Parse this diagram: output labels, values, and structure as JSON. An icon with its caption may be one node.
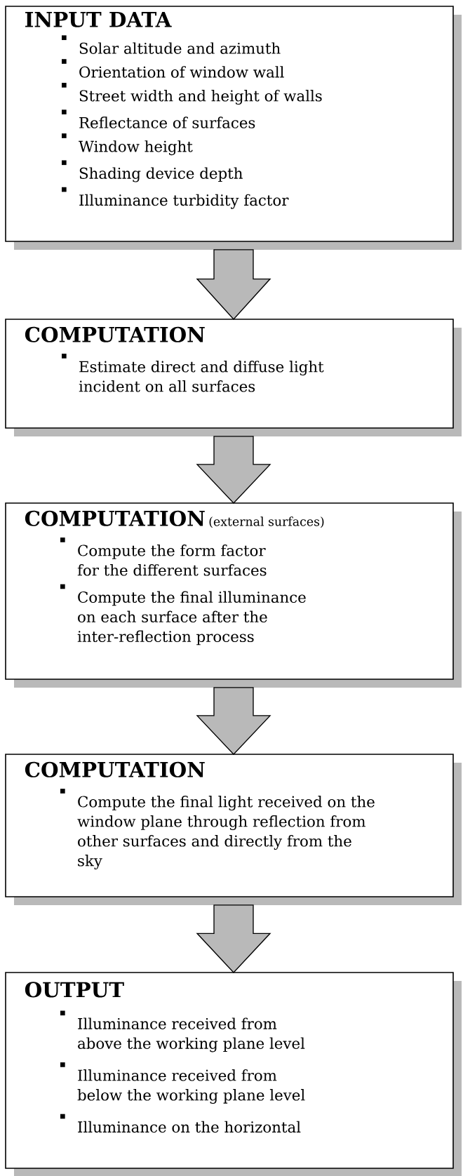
{
  "diagram": {
    "nodes": [
      {
        "text": [
          "INPUT DATA",
          "Solar altitude and azimuth",
          "Orientation of window wall",
          "Street width and height of walls",
          "Reflectance of surfaces",
          "Window height",
          "Shading device depth",
          "Illuminance turbidity factor"
        ]
      },
      {
        "text": [
          "COMPUTATION",
          "Estimate direct and diffuse light incident on all surfaces"
        ]
      },
      {
        "text": [
          "COMPUTATION",
          "(external surfaces)",
          "Compute the form factor for the different surfaces",
          "Compute the final illuminance on each surface after the inter-reflection process"
        ]
      },
      {
        "text": [
          "COMPUTATION",
          "Compute the final light received on the window plane through reflection from other surfaces and directly from the sky"
        ]
      },
      {
        "text": [
          "OUTPUT",
          "Illuminance received from above the working plane level",
          "Illuminance received from below the working plane level",
          "Illuminance on the horizontal"
        ]
      }
    ],
    "edges": [
      {
        "from": 0,
        "to": 1,
        "arrow": "to"
      },
      {
        "from": 1,
        "to": 2,
        "arrow": "to"
      },
      {
        "from": 2,
        "to": 3,
        "arrow": "to"
      },
      {
        "from": 3,
        "to": 4,
        "arrow": "to"
      }
    ]
  }
}
